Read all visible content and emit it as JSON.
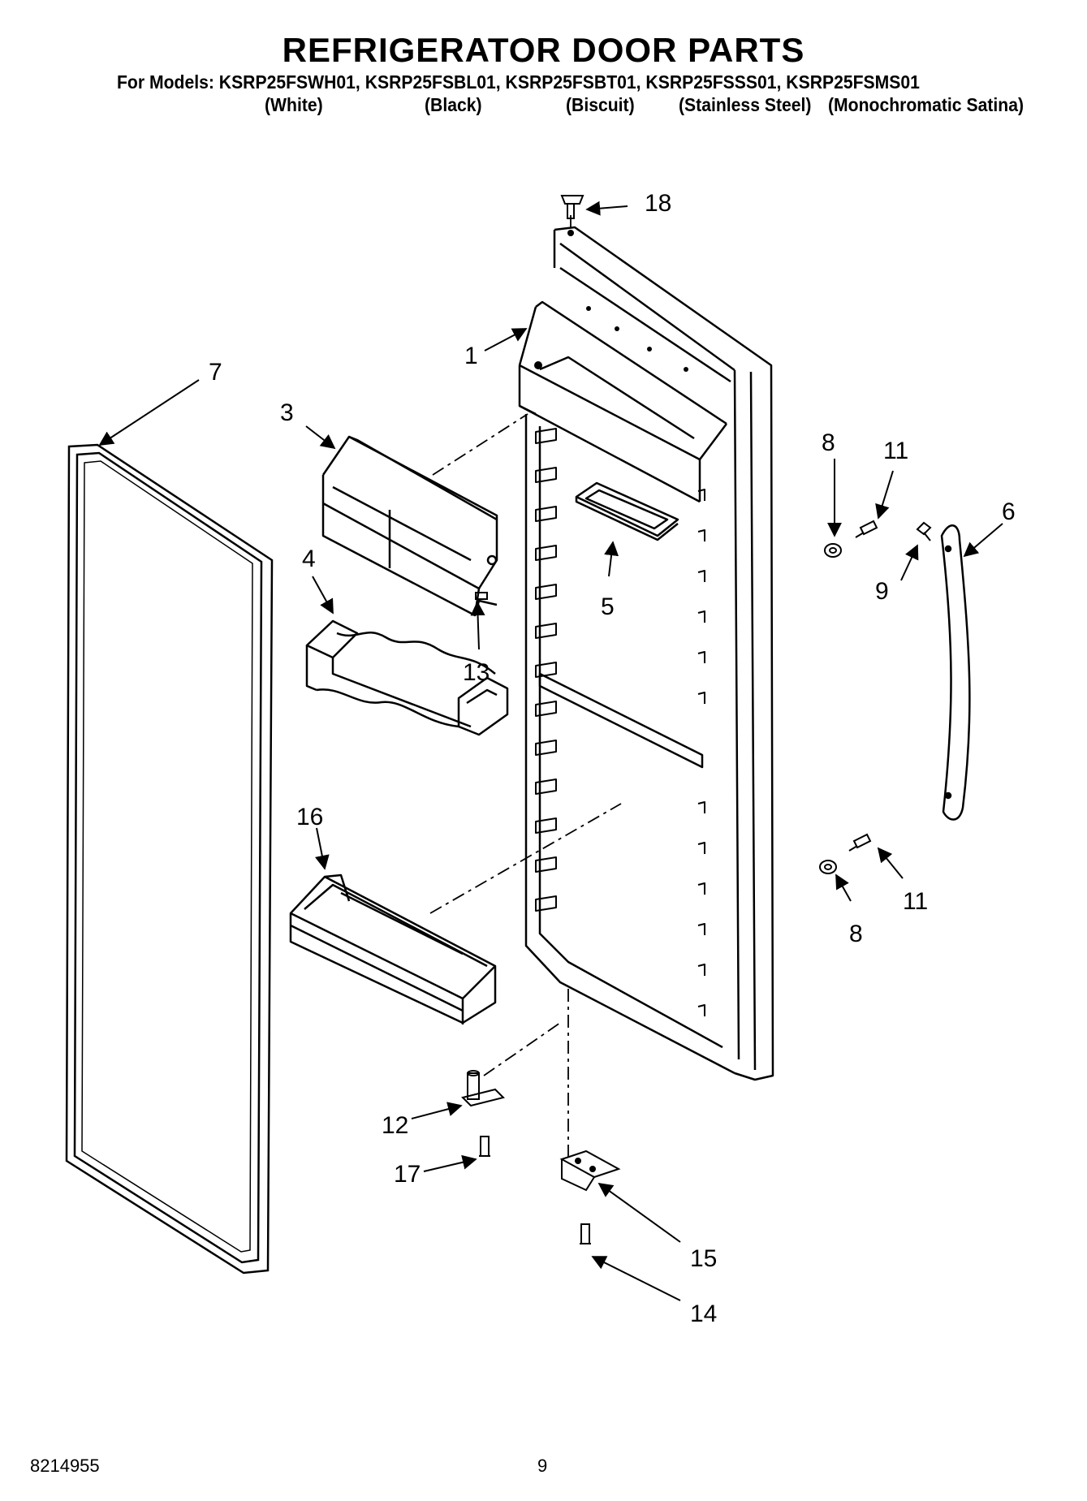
{
  "header": {
    "title": "REFRIGERATOR DOOR PARTS",
    "models_line": "For Models: KSRP25FSWH01, KSRP25FSBL01, KSRP25FSBT01, KSRP25FSSS01, KSRP25FSMS01",
    "colors": [
      "(White)",
      "(Black)",
      "(Biscuit)",
      "(Stainless Steel)",
      "(Monochromatic Satina)"
    ]
  },
  "callouts": {
    "c1": "1",
    "c3": "3",
    "c4": "4",
    "c5": "5",
    "c6": "6",
    "c7": "7",
    "c8a": "8",
    "c8b": "8",
    "c9": "9",
    "c11a": "11",
    "c11b": "11",
    "c12": "12",
    "c13": "13",
    "c14": "14",
    "c15": "15",
    "c16": "16",
    "c17": "17",
    "c18": "18"
  },
  "footer": {
    "doc_number": "8214955",
    "page_number": "9"
  }
}
